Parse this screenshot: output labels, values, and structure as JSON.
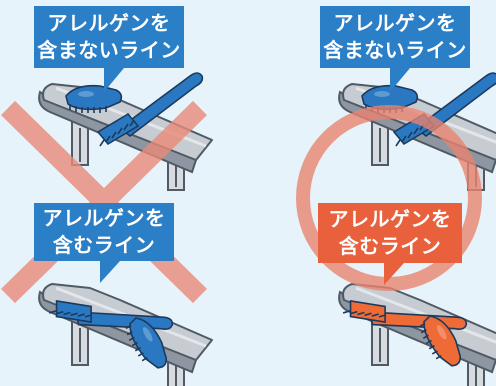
{
  "panels": {
    "top_left": {
      "line1": "アレルゲンを",
      "line2": "含まないライン"
    },
    "top_right": {
      "line1": "アレルゲンを",
      "line2": "含まないライン"
    },
    "bottom_left": {
      "line1": "アレルゲンを",
      "line2": "含むライン"
    },
    "bottom_right": {
      "line1": "アレルゲンを",
      "line2": "含むライン"
    }
  },
  "marks": {
    "left": "cross",
    "right": "circle"
  },
  "colors": {
    "background": "#e7f3fb",
    "label_blue": "#2b7fc7",
    "label_red": "#e8603c",
    "brush_blue": "#2a78c2",
    "brush_orange": "#ee6a36",
    "cross_mark": "#e98a78",
    "circle_mark": "#e8836f",
    "conveyor_belt": "#c4c9cf",
    "conveyor_dark": "#7f8893"
  }
}
